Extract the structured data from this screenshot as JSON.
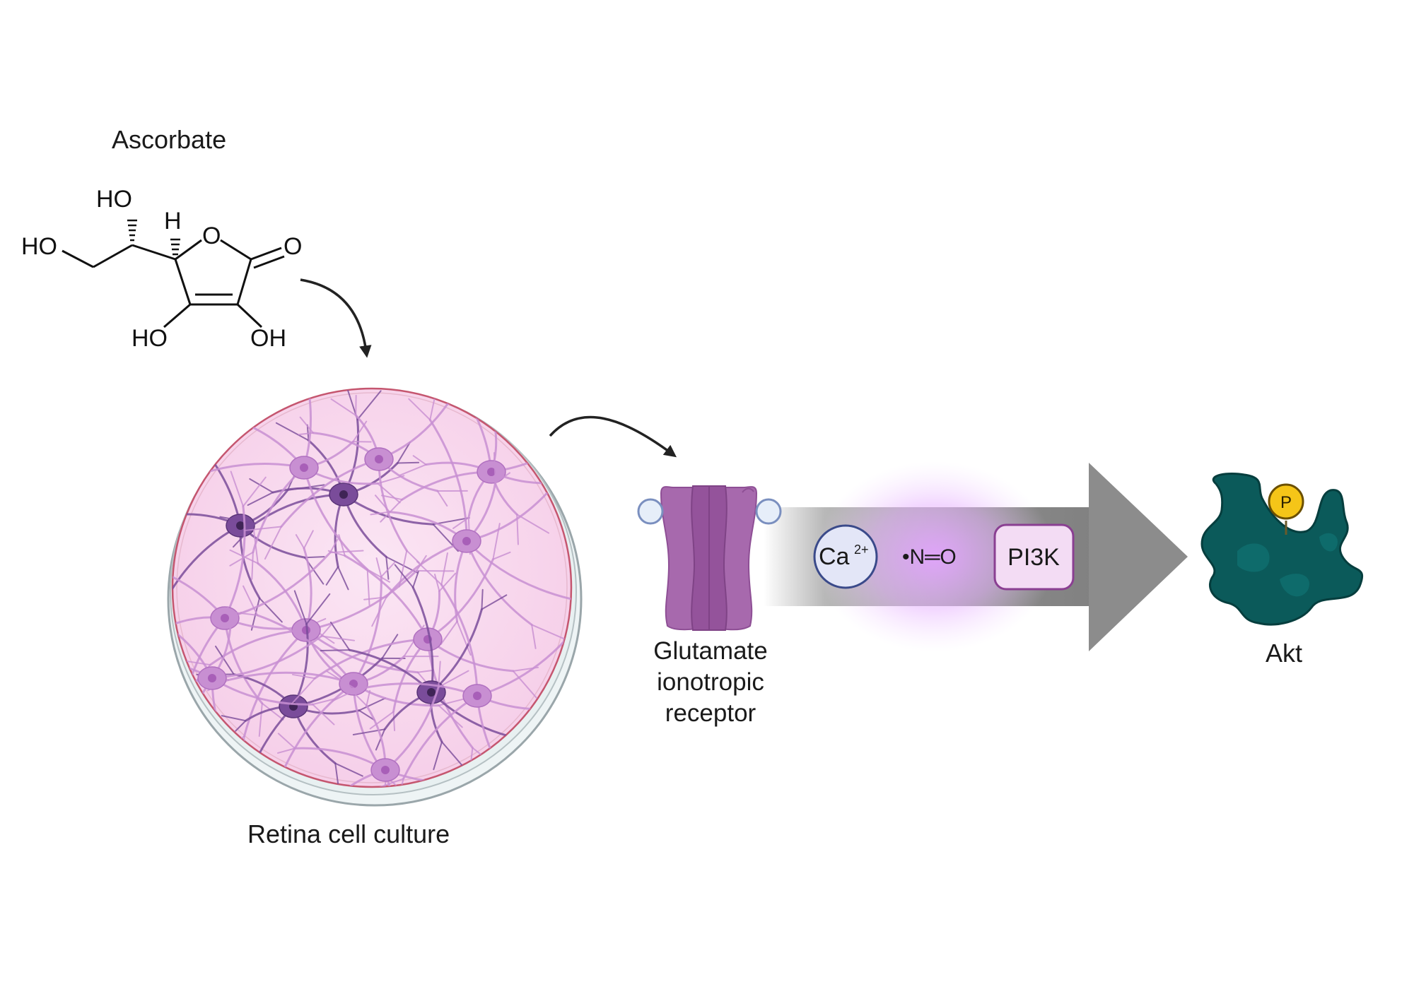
{
  "labels": {
    "ascorbate": "Ascorbate",
    "culture": "Retina cell culture",
    "receptor": [
      "Glutamate",
      "ionotropic",
      "receptor"
    ],
    "akt": "Akt"
  },
  "molecule": {
    "atoms": [
      "HO",
      "H",
      "O",
      "O",
      "HO",
      "HO",
      "OH"
    ]
  },
  "pathway": {
    "calcium_base": "Ca",
    "calcium_charge": "2+",
    "nitric_oxide": "•N═O",
    "pi3k": "PI3K",
    "phosphate": "P"
  },
  "colors": {
    "dish_fill": "#f8d9ee",
    "dish_rim": "#9aa6aa",
    "neuron_light": "#c88fd2",
    "neuron_dark": "#7a4c9a",
    "receptor": "#a365aa",
    "receptor_dark": "#8e4f95",
    "pathway_arrow": "#8c8c8c",
    "glow": "#e3a4ff",
    "calcium_fill": "#e3e6f7",
    "calcium_stroke": "#3a4a8a",
    "pi3k_fill": "#f3dcf4",
    "pi3k_stroke": "#8a3f92",
    "akt": "#0b5a5a",
    "phosphate": "#f5c518"
  }
}
